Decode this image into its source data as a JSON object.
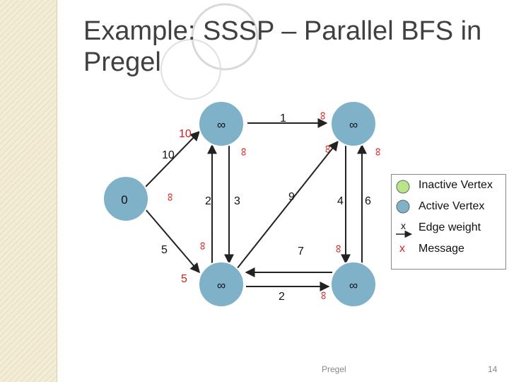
{
  "slide": {
    "title_line1": "Example: SSSP – Parallel BFS in",
    "title_line2": "Pregel",
    "footer_text": "Pregel",
    "page_number": "14"
  },
  "graph": {
    "vertex_values": {
      "source": "0",
      "top_left": "∞",
      "top_right": "∞",
      "bottom_left": "∞",
      "bottom_right": "∞"
    },
    "edge_weights": {
      "source_to_top_left": "10",
      "source_to_bottom_left": "5",
      "top_left_to_top_right": "1",
      "bottom_left_to_top_left": "2",
      "top_left_to_bottom_left": "3",
      "bottom_left_to_top_right": "9",
      "top_right_to_bottom_right": "4",
      "bottom_right_to_top_right": "6",
      "bottom_left_to_bottom_right": "2",
      "bottom_right_to_bottom_left": "7"
    },
    "messages": {
      "to_top_left": "10",
      "to_bottom_left": "5",
      "inf_1": "∞",
      "inf_2": "∞",
      "inf_3": "∞",
      "inf_4": "∞",
      "inf_5": "∞",
      "inf_6": "∞",
      "inf_7": "∞",
      "inf_8": "∞"
    },
    "colors": {
      "active_vertex": "#7fb1c9",
      "inactive_vertex": "#b9e58a",
      "message": "#d22020",
      "edge": "#222222"
    }
  },
  "legend": {
    "inactive_label": "Inactive Vertex",
    "active_label": "Active Vertex",
    "edge_weight_symbol": "x",
    "edge_weight_label": "Edge weight",
    "message_symbol": "x",
    "message_label": "Message"
  }
}
